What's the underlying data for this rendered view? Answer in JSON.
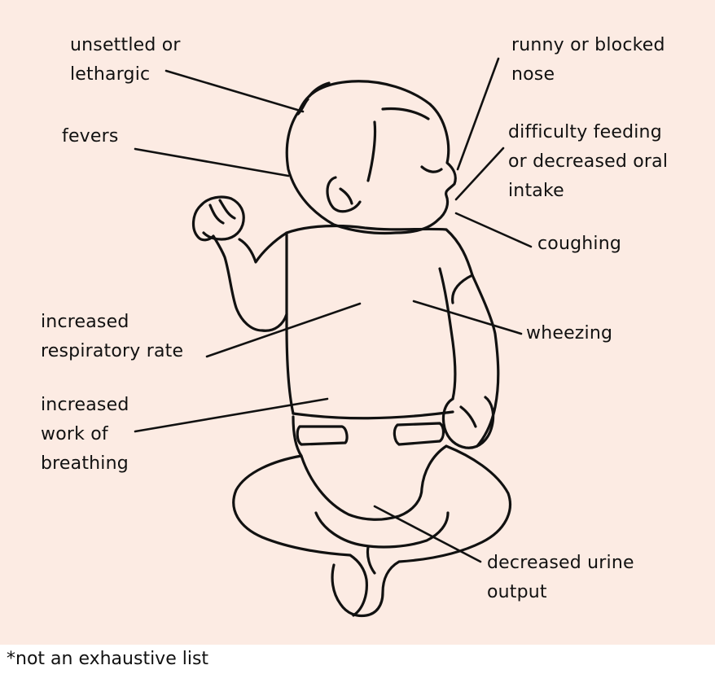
{
  "symptoms": {
    "unsettled": "unsettled or\nlethargic",
    "fevers": "fevers",
    "runny_nose": "runny or blocked\nnose",
    "feeding": "difficulty feeding\nor decreased oral\nintake",
    "coughing": "coughing",
    "resp_rate": "increased\nrespiratory rate",
    "wheezing": "wheezing",
    "work_breathing": "increased\nwork of\nbreathing",
    "urine": "decreased urine\noutput"
  },
  "footnote": "*not an exhaustive list",
  "colors": {
    "panel_background": "#fcebe3",
    "outline": "#111111"
  }
}
